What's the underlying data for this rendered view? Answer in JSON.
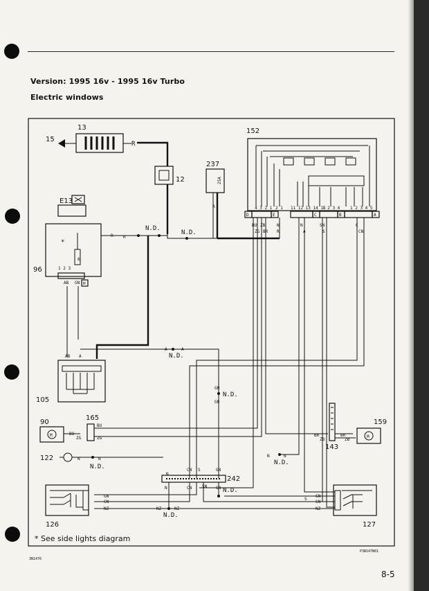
{
  "header": {
    "version": "Version: 1995 16v - 1995 16v Turbo",
    "section": "Electric windows"
  },
  "components": {
    "c13": "13",
    "c15": "15",
    "c12": "12",
    "c237": "237",
    "c237_fuse": "25A",
    "c152": "152",
    "cE13": "E13",
    "c96": "96",
    "c105": "105",
    "c90": "90",
    "c165": "165",
    "c122": "122",
    "c126": "126",
    "c127": "127",
    "c159": "159",
    "c143": "143",
    "c242": "242"
  },
  "connectors": {
    "A": "A",
    "B": "B",
    "C": "C",
    "D": "D",
    "E": "E",
    "H": "H"
  },
  "not_determined": "N.D.",
  "wire_colors": {
    "R": "R",
    "AB": "AB",
    "GN": "GN",
    "A": "A",
    "BU": "BU",
    "ZB": "ZB",
    "BR": "BR",
    "N": "N",
    "SN": "SN",
    "S": "S",
    "C": "C",
    "CN": "CN",
    "Z": "Z",
    "NZ": "NZ",
    "ZG": "ZG"
  },
  "pins": {
    "p96": "1 2 3",
    "p96_6": "6",
    "p152_D": "4 3 2 1",
    "p152_E": "2 1",
    "p152_C": "11 12 13 14 15",
    "p152_B": "1 2 3 4",
    "p152_A": "1 2 3 4 5"
  },
  "footnote": "* See side lights diagram",
  "codes": {
    "left": "3N1476",
    "right": "P3N147N01"
  },
  "page_number": "8-5"
}
